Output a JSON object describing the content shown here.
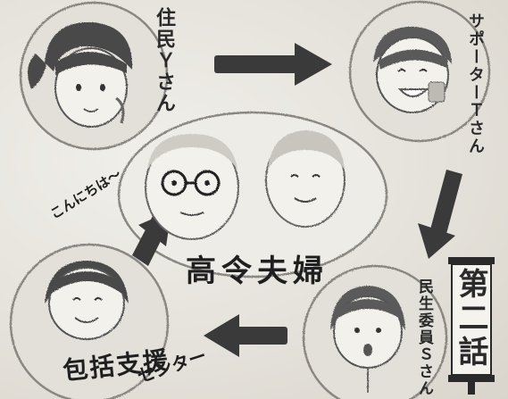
{
  "labels": {
    "resident": "住民Ｙさん",
    "supporter": "サポーターＴさん",
    "couple": "高令夫婦",
    "greeting": "こんにちは〜",
    "center_line1": "包括支援",
    "center_line2": "センター",
    "commissioner": "民生委員Ｓさん",
    "episode": "第二話"
  },
  "colors": {
    "ink": "#2a2a2a",
    "arrow": "#3a3a3a",
    "paper": "#e9e6e0",
    "circle": "#8a8782"
  }
}
